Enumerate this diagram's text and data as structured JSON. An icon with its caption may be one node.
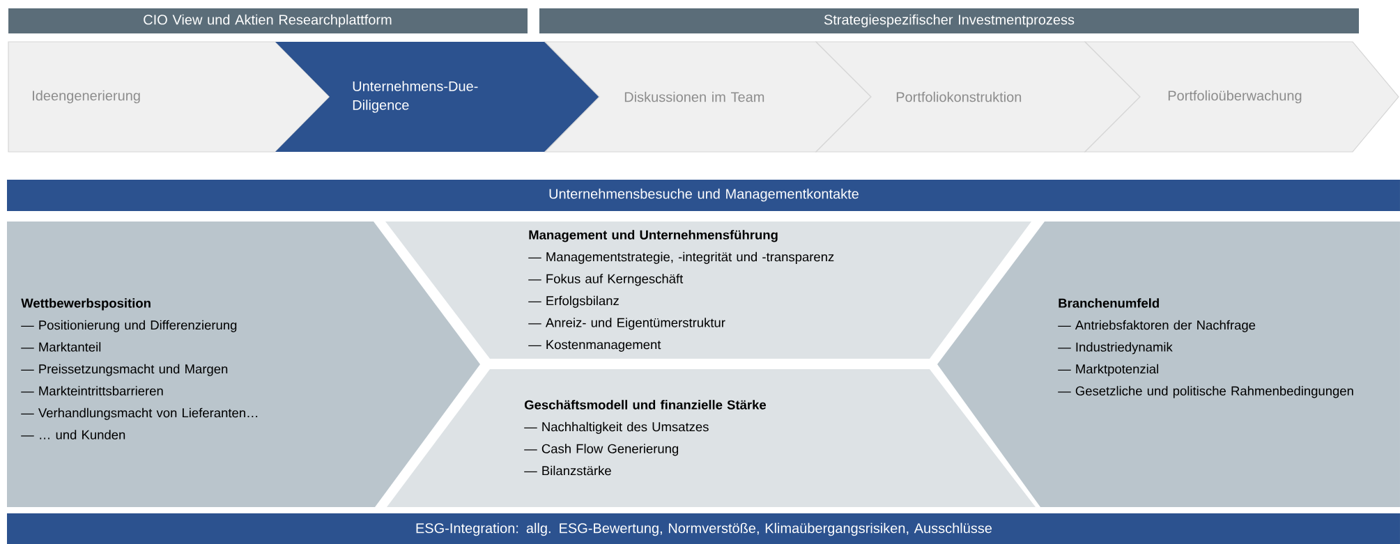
{
  "diagram": {
    "nodes": [
      {
        "text": [
          "CIO View und Aktien Researchplattform"
        ]
      },
      {
        "text": [
          "Strategiespezifischer Investmentprozess"
        ]
      },
      {
        "text": [
          "Ideengenerierung"
        ]
      },
      {
        "text": [
          "Unternehmens-Due-Diligence"
        ]
      },
      {
        "text": [
          "Diskussionen im Team"
        ]
      },
      {
        "text": [
          "Portfoliokonstruktion"
        ]
      },
      {
        "text": [
          "Portfolioüberwachung"
        ]
      },
      {
        "text": [
          "Unternehmensbesuche und Managementkontakte"
        ]
      },
      {
        "text": [
          "Wettbewerbsposition",
          "— Positionierung und Differenzierung",
          "— Marktanteil",
          "— Preissetzungsmacht und Margen",
          "— Markteintrittsbarrieren",
          "— Verhandlungsmacht von Lieferanten…",
          "— … und Kunden"
        ]
      },
      {
        "text": [
          "Management und Unternehmensführung",
          "— Managementstrategie, -integrität und -transparenz",
          "— Fokus auf Kerngeschäft",
          "— Erfolgsbilanz",
          "— Anreiz- und Eigentümerstruktur",
          "— Kostenmanagement"
        ]
      },
      {
        "text": [
          "Geschäftsmodell und finanzielle Stärke",
          "— Nachhaltigkeit des Umsatzes",
          "— Cash Flow Generierung",
          "— Bilanzstärke"
        ]
      },
      {
        "text": [
          "Branchenumfeld",
          "— Antriebsfaktoren der Nachfrage",
          "— Industriedynamik",
          "— Marktpotenzial",
          "— Gesetzliche und politische Rahmenbedingungen"
        ]
      },
      {
        "text": [
          "ESG-Integration: allg. ESG-Bewertung, Normverstöße, Klimaübergangsrisiken, Ausschlüsse"
        ]
      }
    ]
  }
}
